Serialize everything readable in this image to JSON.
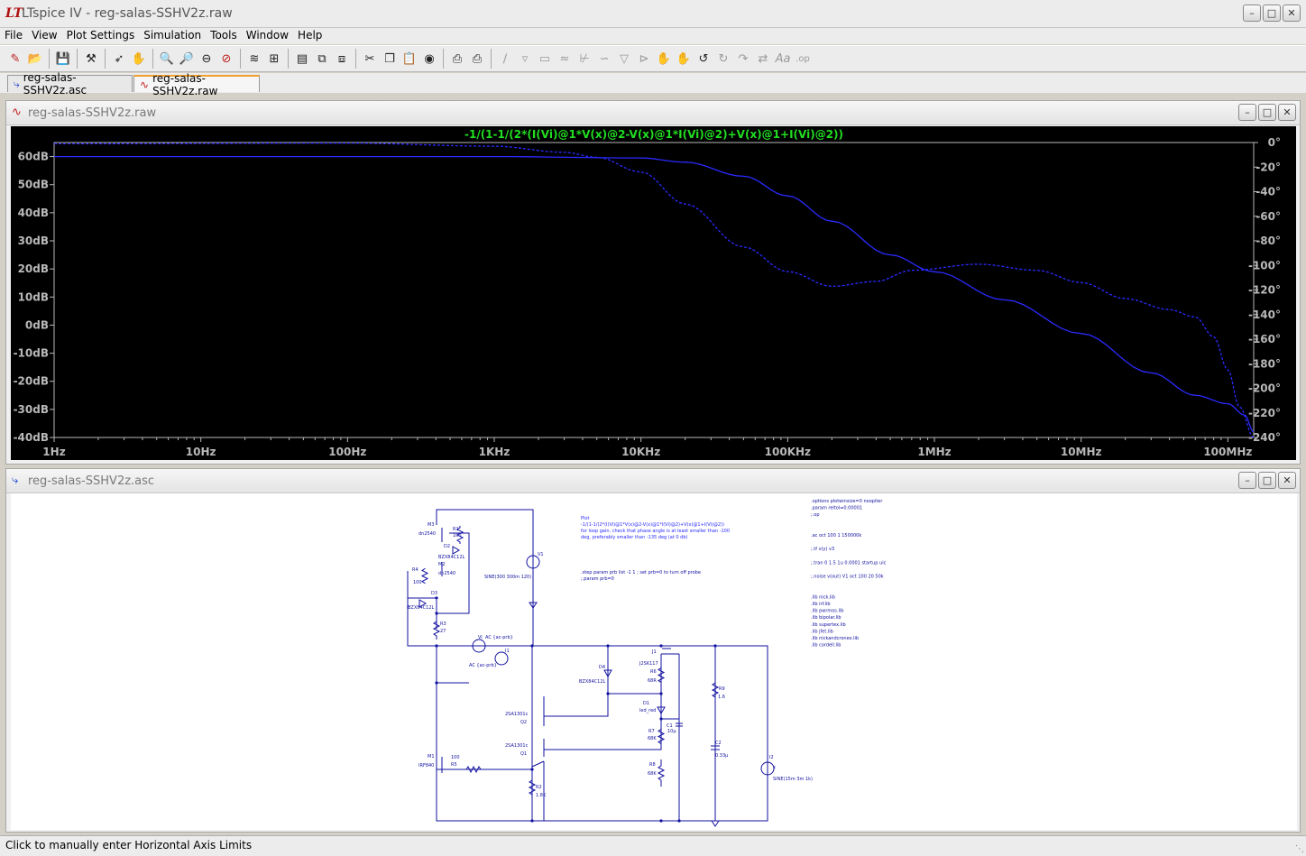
{
  "app": {
    "title": "LTspice IV - reg-salas-SSHV2z.raw"
  },
  "menu": [
    {
      "label": "File"
    },
    {
      "label": "View"
    },
    {
      "label": "Plot Settings"
    },
    {
      "label": "Simulation"
    },
    {
      "label": "Tools"
    },
    {
      "label": "Window"
    },
    {
      "label": "Help"
    }
  ],
  "tabs": [
    {
      "label": "reg-salas-SSHV2z.asc",
      "icon": "schematic-icon"
    },
    {
      "label": "reg-salas-SSHV2z.raw",
      "icon": "waveform-icon"
    }
  ],
  "plot_window": {
    "title": "reg-salas-SSHV2z.raw",
    "trace_label": "-1/(1-1/(2*(I(Vi)@1*V(x)@2-V(x)@1*I(Vi)@2)+V(x)@1+I(Vi)@2))",
    "trace_color": "#2a2aff",
    "label_color": "#22dd22",
    "axis_color": "#b8b8b8"
  },
  "chart_data": {
    "type": "line",
    "title": "-1/(1-1/(2*(I(Vi)@1*V(x)@2-V(x)@1*I(Vi)@2)+V(x)@1+I(Vi)@2))",
    "x_scale": "log",
    "xlim_hz": [
      1,
      150000000
    ],
    "x_ticks": [
      {
        "value": 1,
        "label": "1Hz"
      },
      {
        "value": 10,
        "label": "10Hz"
      },
      {
        "value": 100,
        "label": "100Hz"
      },
      {
        "value": 1000,
        "label": "1KHz"
      },
      {
        "value": 10000,
        "label": "10KHz"
      },
      {
        "value": 100000,
        "label": "100KHz"
      },
      {
        "value": 1000000,
        "label": "1MHz"
      },
      {
        "value": 10000000,
        "label": "10MHz"
      },
      {
        "value": 100000000,
        "label": "100MHz"
      }
    ],
    "ylim_db": [
      -40,
      65
    ],
    "y_ticks_left": [
      {
        "value": 60,
        "label": "60dB"
      },
      {
        "value": 50,
        "label": "50dB"
      },
      {
        "value": 40,
        "label": "40dB"
      },
      {
        "value": 30,
        "label": "30dB"
      },
      {
        "value": 20,
        "label": "20dB"
      },
      {
        "value": 10,
        "label": "10dB"
      },
      {
        "value": 0,
        "label": "0dB"
      },
      {
        "value": -10,
        "label": "-10dB"
      },
      {
        "value": -20,
        "label": "-20dB"
      },
      {
        "value": -30,
        "label": "-30dB"
      },
      {
        "value": -40,
        "label": "-40dB"
      }
    ],
    "ylim_deg": [
      -240,
      0
    ],
    "y_ticks_right": [
      {
        "value": 0,
        "label": "0°"
      },
      {
        "value": -20,
        "label": "-20°"
      },
      {
        "value": -40,
        "label": "-40°"
      },
      {
        "value": -60,
        "label": "-60°"
      },
      {
        "value": -80,
        "label": "-80°"
      },
      {
        "value": -100,
        "label": "-100°"
      },
      {
        "value": -120,
        "label": "-120°"
      },
      {
        "value": -140,
        "label": "-140°"
      },
      {
        "value": -160,
        "label": "-160°"
      },
      {
        "value": -180,
        "label": "-180°"
      },
      {
        "value": -200,
        "label": "-200°"
      },
      {
        "value": -220,
        "label": "-220°"
      },
      {
        "value": -240,
        "label": "-240°"
      }
    ],
    "grid": false,
    "series": [
      {
        "style": "solid",
        "axis": "left",
        "points": [
          [
            1,
            60
          ],
          [
            1000,
            60
          ],
          [
            10000,
            59.5
          ],
          [
            20000,
            58
          ],
          [
            50000,
            53
          ],
          [
            100000,
            46
          ],
          [
            200000,
            37
          ],
          [
            500000,
            25
          ],
          [
            1000000,
            19
          ],
          [
            3000000,
            9
          ],
          [
            10000000,
            -3
          ],
          [
            30000000,
            -17
          ],
          [
            60000000,
            -25
          ],
          [
            100000000,
            -28
          ],
          [
            130000000,
            -32
          ],
          [
            150000000,
            -38
          ]
        ]
      },
      {
        "style": "dashed",
        "axis": "right",
        "points": [
          [
            1,
            -1
          ],
          [
            100,
            -0.5
          ],
          [
            1000,
            -3
          ],
          [
            3000,
            -8
          ],
          [
            5000,
            -12
          ],
          [
            10000,
            -24
          ],
          [
            20000,
            -50
          ],
          [
            50000,
            -85
          ],
          [
            100000,
            -105
          ],
          [
            200000,
            -117
          ],
          [
            400000,
            -113
          ],
          [
            700000,
            -104
          ],
          [
            2000000,
            -99
          ],
          [
            5000000,
            -104
          ],
          [
            10000000,
            -114
          ],
          [
            20000000,
            -127
          ],
          [
            40000000,
            -136
          ],
          [
            60000000,
            -142
          ],
          [
            80000000,
            -158
          ],
          [
            100000000,
            -185
          ],
          [
            120000000,
            -215
          ],
          [
            150000000,
            -240
          ]
        ]
      }
    ]
  },
  "schematic_window": {
    "title": "reg-salas-SSHV2z.asc",
    "wire_color": "#1010a0",
    "text_color": "#1010a0",
    "plot_text_color": "#2a2aff",
    "comp_labels": {
      "m3": "M3",
      "dn2540_1": "dn2540",
      "r1": "R1",
      "r1v": "100",
      "d2": "D2",
      "bzx_1": "BZX84C12L",
      "m2": "M2",
      "dn2540_2": "dn2540",
      "r4": "R4",
      "r4v": "100",
      "d3": "D3",
      "bzx_2": "BZX84C12L",
      "r3": "R3",
      "r3v": "27",
      "vi": "Vi",
      "vi_ac": "AC {ac-prb}",
      "i1": "I1",
      "i1_ac": "AC {ac-prb}",
      "vsrc": "V1",
      "vsrc_sine": "SINE(300 300m 120)",
      "d4": "D4",
      "bzx_3": "BZX84C12L",
      "j1": "J1",
      "j2sk": "J2SK117",
      "r6": "R6",
      "r6v": "68R",
      "d1": "D1",
      "led": "led_red",
      "c1": "C1",
      "c1v": "10µ",
      "r7": "R7",
      "r7v": "68K",
      "r8": "R8",
      "r8v": "68K",
      "q2": "Q2",
      "q2t": "2SA1301c",
      "q1": "Q1",
      "q1t": "2SA1301c",
      "r9": "R9",
      "r9v": "1.6",
      "c2": "C2",
      "c2v": "0.33µ",
      "m1": "M1",
      "irf": "IRF840",
      "r5": "R5",
      "r5v": "100",
      "r2": "R2",
      "r2v": "1.8K",
      "i2": "I2",
      "i2_sine": "SINE(15m 3m 1k)",
      "x": "x"
    },
    "plot_note": [
      "Plot",
      "-1/(1-1/(2*(I(Vi)@1*V(x)@2-V(x)@1*I(Vi)@2)+V(x)@1+I(Vi)@2))",
      "for loop gain, check that phase angle is at least smaller than -100",
      "deg, preferably smaller than -135 deg (at 0 db)"
    ],
    "step_note": [
      ".step param prb list -1 1 ; set prb=0 to turn off probe",
      ";.param prb=0"
    ],
    "directives": [
      ".options plotwinsize=0 noopiter",
      ".param reltol=0.00001",
      ";.op",
      "",
      "",
      ".ac oct 100 1 150000k",
      "",
      ";.tf v(y) v3",
      "",
      ";.tran 0 1.5 1u 0.0001 startup uic",
      "",
      ";.noise v(out) V1 oct 100 20 50k",
      "",
      "",
      ".lib nick.lib",
      ".lib irf.lib",
      ".lib pwrmos.lib",
      ".lib bipolar.lib",
      ".lib supertex.lib",
      ".lib jfet.lib",
      ".lib nickandcronex.lib",
      ".lib cordell.lib"
    ]
  },
  "status": {
    "text": "Click to manually enter Horizontal Axis Limits"
  }
}
